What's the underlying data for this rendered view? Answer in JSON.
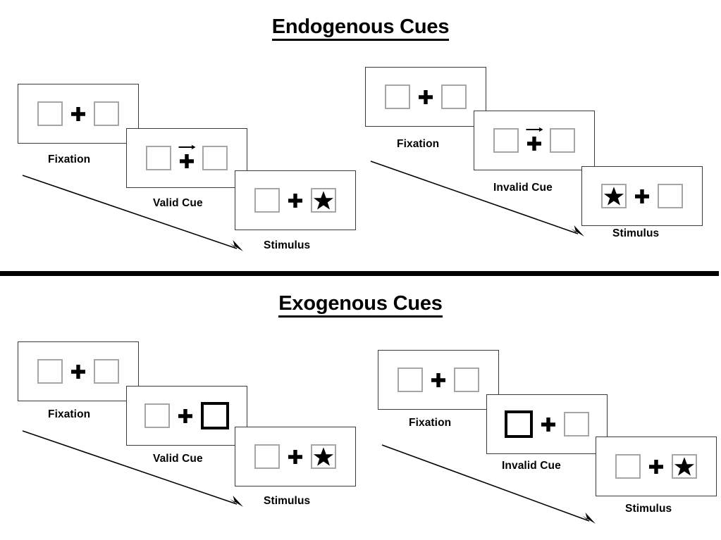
{
  "figure": {
    "title_top": "Endogenous Cues",
    "title_bottom": "Exogenous Cues"
  },
  "sections": [
    {
      "id": "endogenous",
      "title": "Endogenous Cues",
      "cue_type": "central-arrow",
      "columns": [
        {
          "id": "endogenous-valid",
          "validity": "Valid",
          "frames": [
            {
              "label": "Fixation",
              "left_box": "empty",
              "right_box": "empty",
              "center": "cross",
              "arrow": "none"
            },
            {
              "label": "Valid Cue",
              "left_box": "empty",
              "right_box": "empty",
              "center": "cross",
              "arrow": "right-arrow"
            },
            {
              "label": "Stimulus",
              "left_box": "empty",
              "right_box": "star",
              "center": "cross",
              "arrow": "none"
            }
          ]
        },
        {
          "id": "endogenous-invalid",
          "validity": "Invalid",
          "frames": [
            {
              "label": "Fixation",
              "left_box": "empty",
              "right_box": "empty",
              "center": "cross",
              "arrow": "none"
            },
            {
              "label": "Invalid Cue",
              "left_box": "empty",
              "right_box": "empty",
              "center": "cross",
              "arrow": "right-arrow"
            },
            {
              "label": "Stimulus",
              "left_box": "star",
              "right_box": "empty",
              "center": "cross",
              "arrow": "none"
            }
          ]
        }
      ]
    },
    {
      "id": "exogenous",
      "title": "Exogenous Cues",
      "cue_type": "peripheral-box-flash",
      "columns": [
        {
          "id": "exogenous-valid",
          "validity": "Valid",
          "frames": [
            {
              "label": "Fixation",
              "left_box": "empty",
              "right_box": "empty",
              "center": "cross",
              "arrow": "none"
            },
            {
              "label": "Valid Cue",
              "left_box": "empty",
              "right_box": "cued",
              "center": "cross",
              "arrow": "none"
            },
            {
              "label": "Stimulus",
              "left_box": "empty",
              "right_box": "star",
              "center": "cross",
              "arrow": "none"
            }
          ]
        },
        {
          "id": "exogenous-invalid",
          "validity": "Invalid",
          "frames": [
            {
              "label": "Fixation",
              "left_box": "empty",
              "right_box": "empty",
              "center": "cross",
              "arrow": "none"
            },
            {
              "label": "Invalid Cue",
              "left_box": "cued",
              "right_box": "empty",
              "center": "cross",
              "arrow": "none"
            },
            {
              "label": "Stimulus",
              "left_box": "empty",
              "right_box": "star",
              "center": "cross",
              "arrow": "none"
            }
          ]
        }
      ]
    }
  ],
  "icons": {
    "cross": "fixation-cross-icon",
    "star": "star-target-icon",
    "cue_arrow": "right-arrow-cue-icon",
    "sequence_arrow": "time-sequence-arrow-icon"
  },
  "colors": {
    "background": "#ffffff",
    "ink": "#000000",
    "panel_border": "#3a3a3a",
    "box_border": "#a6a6a6",
    "cued_box_border": "#000000",
    "divider": "#000000"
  }
}
